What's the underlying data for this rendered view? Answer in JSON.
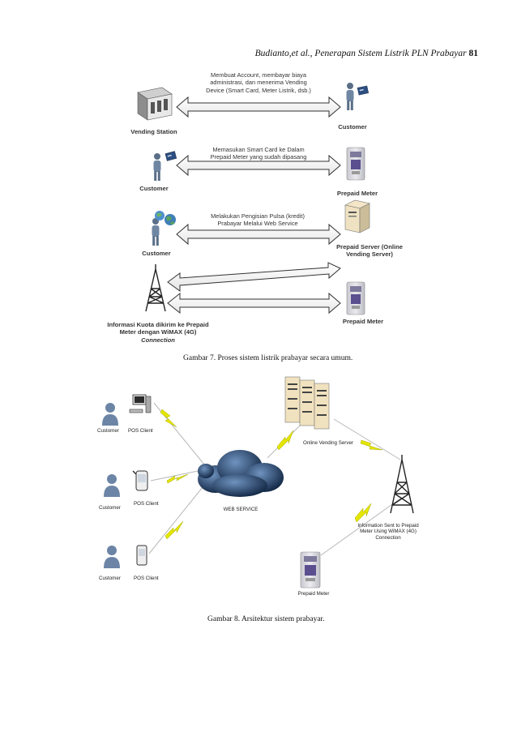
{
  "header": {
    "authors": "Budianto,et al., Penerapan Sistem Listrik PLN Prabayar",
    "page": "81"
  },
  "figure7": {
    "caption": "Gambar 7.  Proses sistem listrik prabayar secara umum.",
    "rows": [
      {
        "note": "Membuat Account, membayar biaya administrasi, dan menerima Vending Device (Smart Card, Meter Listrik, dsb.)",
        "left": "Vending Station",
        "right": "Customer"
      },
      {
        "note": "Memasukan Smart Card ke Dalam Prepaid Meter yang sudah dipasang",
        "left": "Customer",
        "right": "Prepaid Meter"
      },
      {
        "note": "Melakukan Pengisian Pulsa (kredit) Prabayar Melalui Web Service",
        "left": "Customer",
        "right": "Prepaid Server (Online Vending Server)"
      },
      {
        "left_line1": "Informasi Kuota dikirim ke Prepaid",
        "left_line2": "Meter dengan WiMAX (4G)",
        "left_line3": "Connection",
        "right": "Prepaid Meter"
      }
    ]
  },
  "figure8": {
    "caption": "Gambar 8.  Arsitektur sistem prabayar.",
    "customer": "Customer",
    "pos_client": "POS Client",
    "web_service": "WEB SERVICE",
    "server": "Online Vending Server",
    "tower_note": "Information Sent to Prepaid Meter Using WiMAX (4G) Connection",
    "meter": "Prepaid Meter"
  }
}
